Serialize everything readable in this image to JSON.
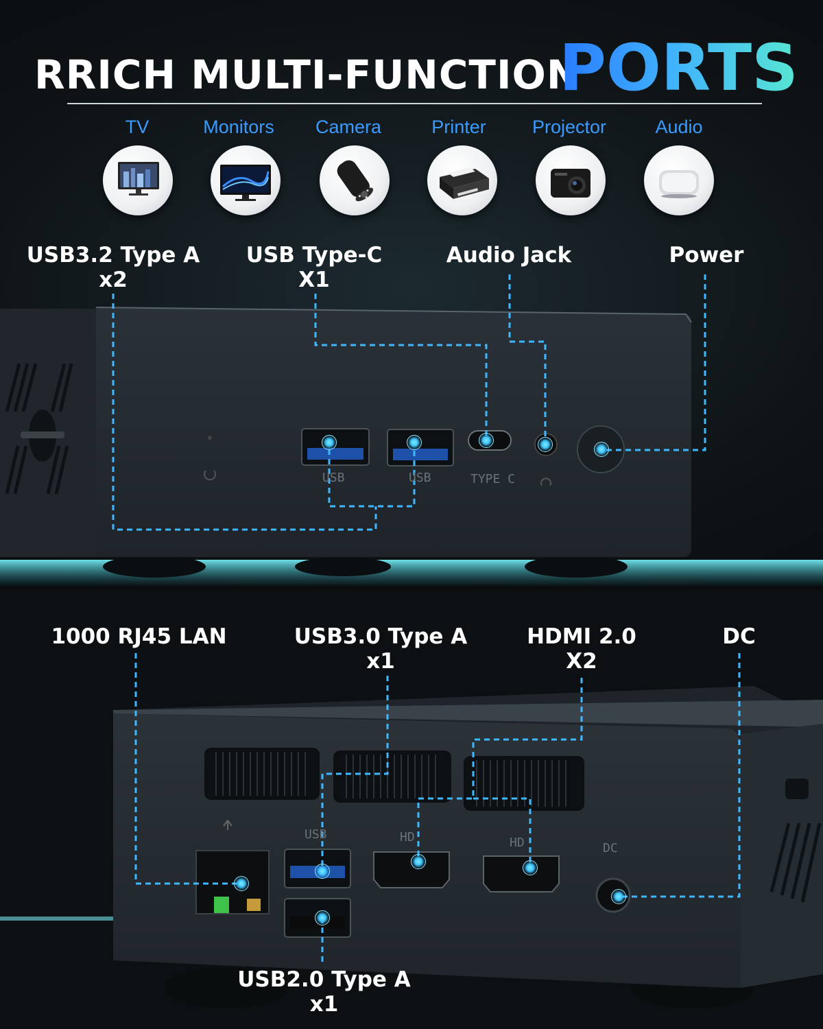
{
  "title": {
    "main": "RRICH MULTI-FUNCTION",
    "accent": "PORTS"
  },
  "devices": [
    {
      "label": "TV",
      "icon": "tv-icon"
    },
    {
      "label": "Monitors",
      "icon": "monitor-icon"
    },
    {
      "label": "Camera",
      "icon": "camera-icon"
    },
    {
      "label": "Printer",
      "icon": "printer-icon"
    },
    {
      "label": "Projector",
      "icon": "projector-icon"
    },
    {
      "label": "Audio",
      "icon": "speaker-icon"
    }
  ],
  "front_ports": {
    "usb32": {
      "line1": "USB3.2 Type A",
      "line2": "x2"
    },
    "typec": {
      "line1": "USB Type-C",
      "line2": "X1"
    },
    "audio": {
      "line1": "Audio Jack"
    },
    "power": {
      "line1": "Power"
    },
    "silkscreen": {
      "usb_a": "USB",
      "usb_b": "USB",
      "typec": "TYPE C"
    }
  },
  "rear_ports": {
    "lan": {
      "line1": "1000 RJ45 LAN"
    },
    "usb30": {
      "line1": "USB3.0 Type A",
      "line2": "x1"
    },
    "hdmi": {
      "line1": "HDMI 2.0",
      "line2": "X2"
    },
    "dc": {
      "line1": "DC"
    },
    "usb20": {
      "line1": "USB2.0 Type A",
      "line2": "x1"
    },
    "silkscreen": {
      "usb": "USB",
      "hd1": "HD",
      "hd2": "HD",
      "dc": "DC"
    }
  },
  "colors": {
    "accent_blue": "#3a9bff",
    "accent_cyan": "#58e6d3",
    "leader_line": "#3fb8ff",
    "device_body": "#262d33"
  }
}
